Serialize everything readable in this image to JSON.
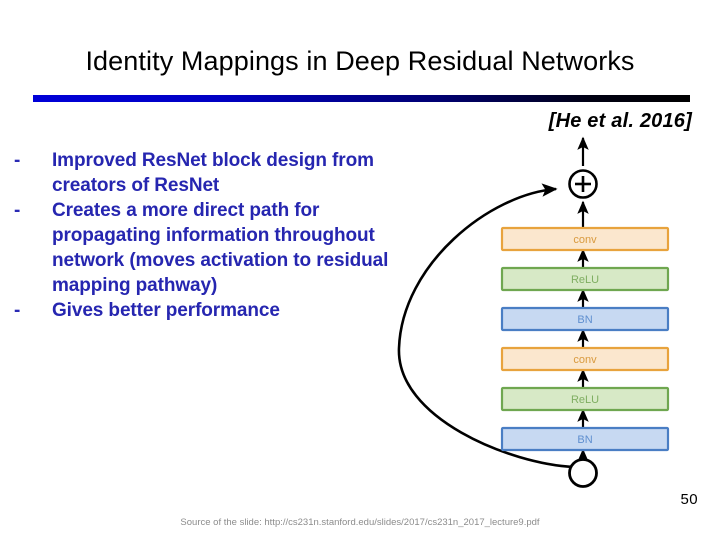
{
  "slide": {
    "title": "Identity Mappings in Deep Residual Networks",
    "citation": "[He et al. 2016]",
    "page_number": "50",
    "footer_source": "Source of the slide: http://cs231n.stanford.edu/slides/2017/cs231n_2017_lecture9.pdf",
    "rule_color_start": "#0000d8",
    "rule_color_end": "#000000",
    "title_color": "#000000",
    "bullet_color": "#2626b0",
    "footer_color": "#8c8c8c"
  },
  "bullets": {
    "marker": "-",
    "items": [
      {
        "text": "Improved ResNet block design from creators of ResNet"
      },
      {
        "text": "Creates a more direct path for propagating information throughout network (moves activation to residual mapping pathway)"
      },
      {
        "text": "Gives better performance"
      }
    ]
  },
  "diagram": {
    "name": "residual-block-preactivation-diagram",
    "plus_symbol": "+",
    "colors": {
      "conv_fill": "#fbe7ce",
      "conv_stroke": "#e8a33d",
      "conv_text": "#d99a3e",
      "relu_fill": "#d7e9c6",
      "relu_stroke": "#6fa750",
      "relu_text": "#7fae62",
      "bn_fill": "#c7d9f2",
      "bn_stroke": "#4a7ec4",
      "bn_text": "#5f8fcf",
      "arrow": "#000000"
    },
    "blocks": [
      {
        "label": "conv",
        "type": "conv"
      },
      {
        "label": "ReLU",
        "type": "relu"
      },
      {
        "label": "BN",
        "type": "bn"
      },
      {
        "label": "conv",
        "type": "conv"
      },
      {
        "label": "ReLU",
        "type": "relu"
      },
      {
        "label": "BN",
        "type": "bn"
      }
    ]
  }
}
